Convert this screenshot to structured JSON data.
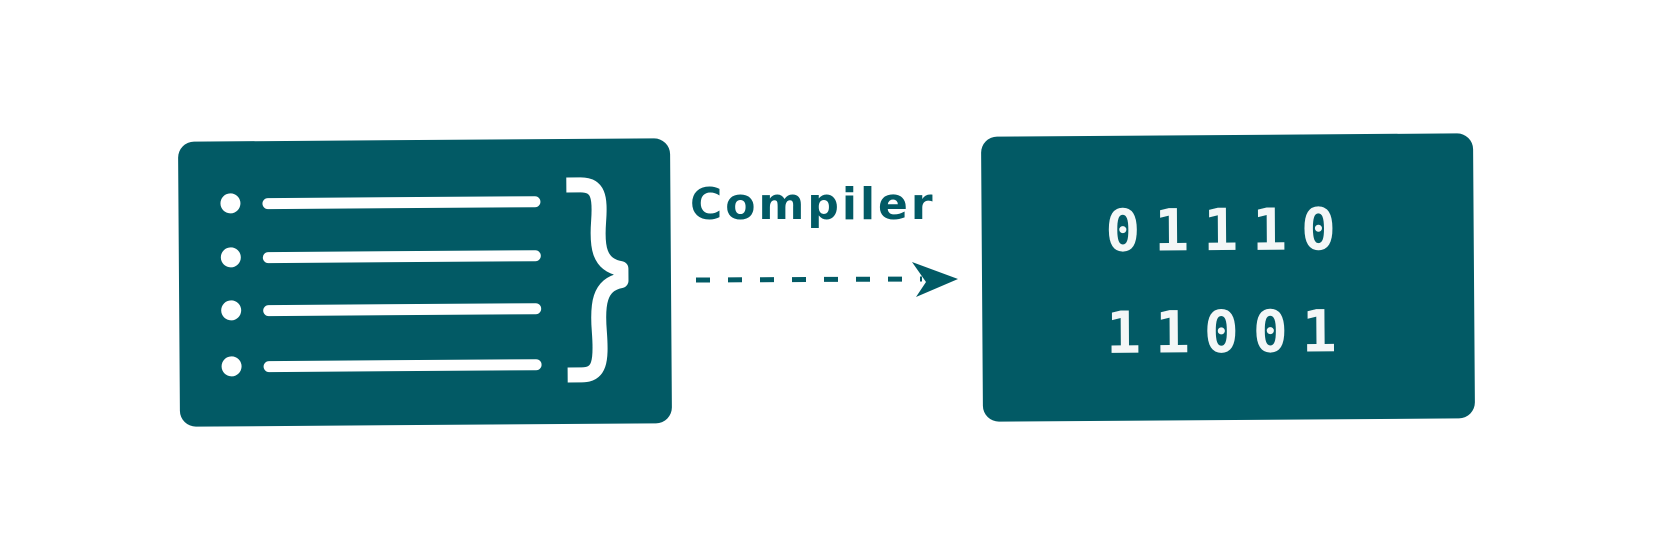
{
  "diagram": {
    "source": {
      "line_count": 4
    },
    "compiler_label": "Compiler",
    "binary": {
      "rows": [
        "01110",
        "11001"
      ]
    },
    "colors": {
      "card": "#025a65",
      "card_foreground": "#ffffff",
      "background": "#ffffff",
      "label": "#025a65"
    }
  }
}
